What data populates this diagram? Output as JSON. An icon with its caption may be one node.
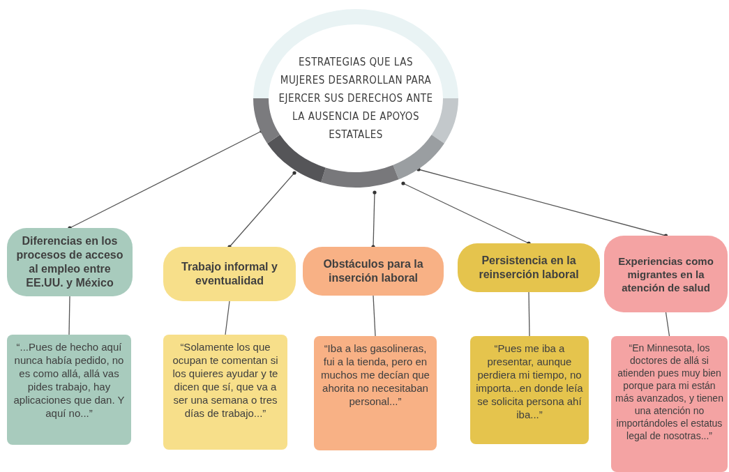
{
  "diagram": {
    "nodes": [
      {
        "text": [
          "ESTRATEGIAS QUE LAS MUJERES DESARROLLAN PARA EJERCER SUS DERECHOS ANTE LA AUSENCIA DE APOYOS ESTATALES"
        ]
      },
      {
        "text": [
          "Diferencias en los procesos de acceso al empleo entre EE.UU. y México"
        ]
      },
      {
        "text": [
          "Trabajo informal y eventualidad"
        ]
      },
      {
        "text": [
          "Obstáculos para la inserción laboral"
        ]
      },
      {
        "text": [
          "Persistencia en la reinserción laboral"
        ]
      },
      {
        "text": [
          "Experiencias como migrantes en la atención de salud"
        ]
      },
      {
        "text": [
          "“...Pues de hecho aquí nunca había pedido, no es como allá, allá vas pides trabajo, hay aplicaciones que dan. Y aquí no...”"
        ]
      },
      {
        "text": [
          "“Solamente los que ocupan te comentan si los quieres ayudar y te dicen que sí, que va a ser una semana o tres días de trabajo...”"
        ]
      },
      {
        "text": [
          "“Iba a las gasolineras, fui a la tienda, pero en muchos me decían que ahorita no necesitaban personal...”"
        ]
      },
      {
        "text": [
          "“Pues me iba a presentar, aunque perdiera mi tiempo, no importa...en donde leía se solicita persona ahí iba...”"
        ]
      },
      {
        "text": [
          "“En Minnesota, los doctores de allá si atienden pues muy bien porque para mi están más avanzados, y tienen una atención no importándoles el estatus legal de nosotras...”"
        ]
      }
    ],
    "edges": [
      {
        "from": 0,
        "to": 1,
        "arrow": "other"
      },
      {
        "from": 0,
        "to": 2,
        "arrow": "other"
      },
      {
        "from": 0,
        "to": 3,
        "arrow": "other"
      },
      {
        "from": 0,
        "to": 4,
        "arrow": "other"
      },
      {
        "from": 0,
        "to": 5,
        "arrow": "other"
      },
      {
        "from": 1,
        "to": 6,
        "arrow": "none"
      },
      {
        "from": 2,
        "to": 7,
        "arrow": "none"
      },
      {
        "from": 3,
        "to": 8,
        "arrow": "none"
      },
      {
        "from": 4,
        "to": 9,
        "arrow": "none"
      },
      {
        "from": 5,
        "to": 10,
        "arrow": "none"
      }
    ]
  }
}
